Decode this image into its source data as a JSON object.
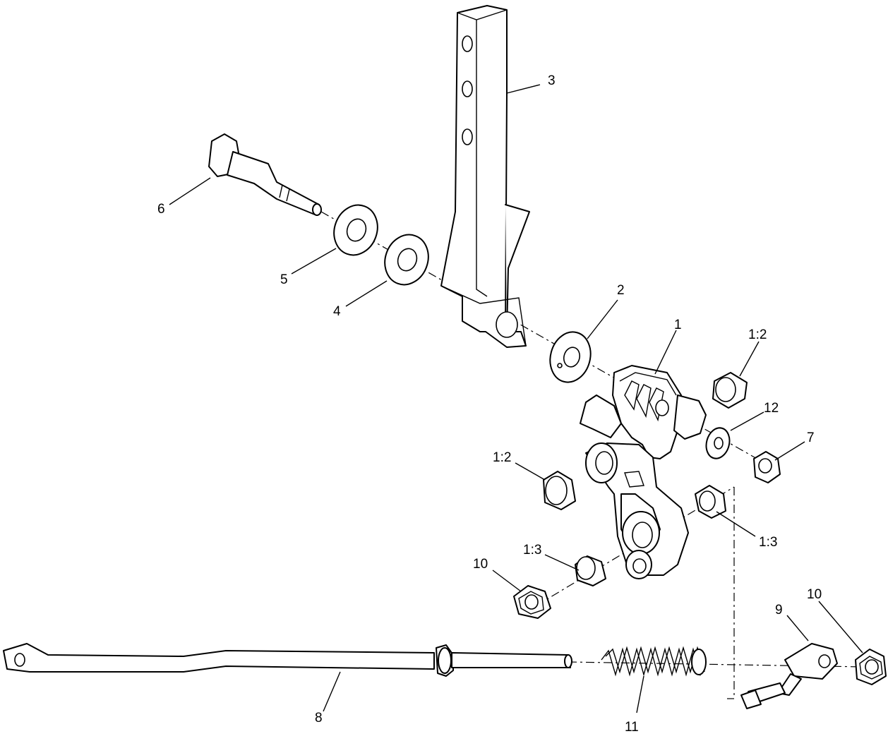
{
  "callouts": {
    "c1": "1",
    "c2": "2",
    "c3": "3",
    "c4": "4",
    "c5": "5",
    "c6": "6",
    "c7": "7",
    "c8": "8",
    "c9": "9",
    "c10a": "10",
    "c10b": "10",
    "c11": "11",
    "c12": "12",
    "c1_2a": "1:2",
    "c1_2b": "1:2",
    "c1_3a": "1:3",
    "c1_3b": "1:3"
  }
}
